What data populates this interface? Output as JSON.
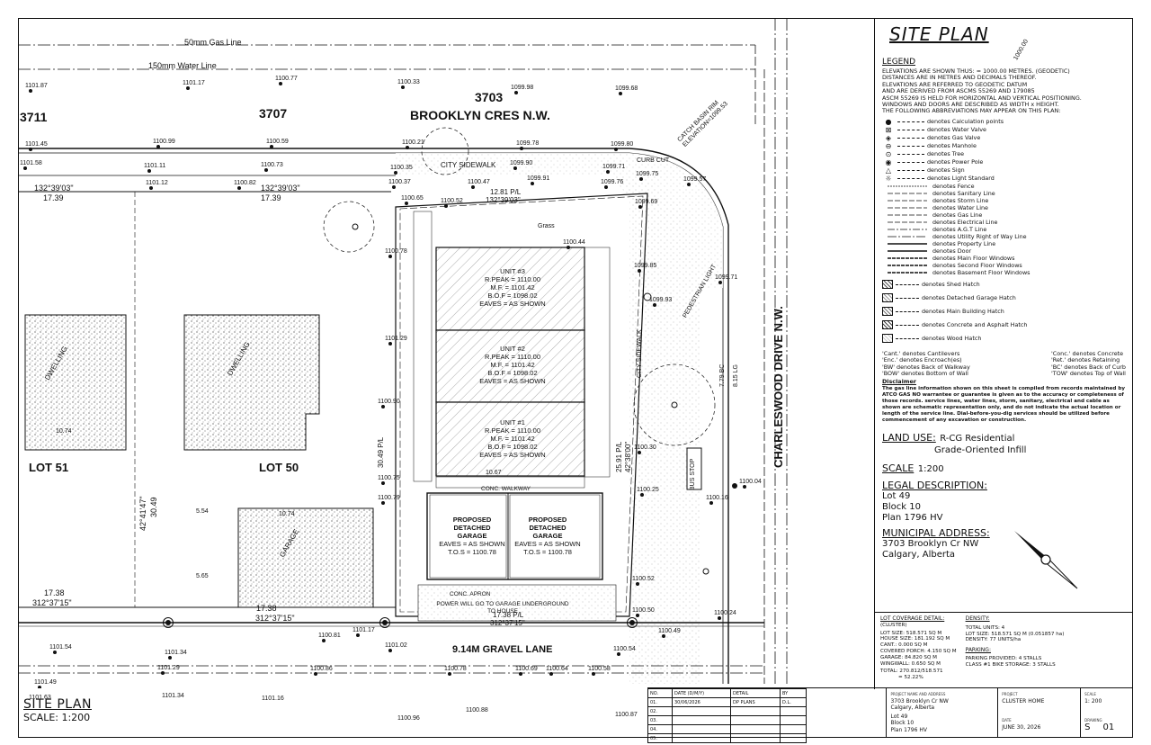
{
  "sheet_title": "SITE PLAN",
  "plan": {
    "gas_line": "50mm Gas Line",
    "water_line": "150mm Water Line",
    "street": "BROOKLYN CRES N.W.",
    "drive": "CHARLESWOOD DRIVE N.W.",
    "lane": "9.14M GRAVEL LANE",
    "city_sidewalk": "CITY SIDEWALK",
    "city_sidewalk_v": "CITY SIDEWALK",
    "curb_cut": "CURB CUT",
    "catch_basin": "CATCH BASIN RIM ELEVATION=1099.53",
    "bus_stop": "BUS STOP",
    "pedestrian_light": "PEDESTRIAN LIGHT",
    "power_note": "POWER WILL GO TO GARAGE UNDERGROUND TO HOUSE",
    "conc_walkway": "CONC. WALKWAY",
    "conc_apron": "CONC. APRON",
    "grass": "Grass",
    "addresses": {
      "a3711": "3711",
      "a3707": "3707",
      "a3703": "3703"
    },
    "lots": {
      "lot51": "LOT 51",
      "lot50": "LOT 50"
    },
    "dwelling_note": "DWELLING",
    "garage_note": "GARAGE",
    "plan_scale_title": "SITE PLAN",
    "plan_scale": "SCALE: 1:200",
    "units": [
      {
        "name": "UNIT #3",
        "r_peak": "R.PEAK = 1110.00",
        "mf": "M.F. = 1101.42",
        "bof": "B.O.F = 1098.02",
        "eaves": "EAVES = AS SHOWN"
      },
      {
        "name": "UNIT #2",
        "r_peak": "R.PEAK = 1110.00",
        "mf": "M.F. = 1101.42",
        "bof": "B.O.F = 1098.02",
        "eaves": "EAVES = AS SHOWN"
      },
      {
        "name": "UNIT #1",
        "r_peak": "R.PEAK = 1110.00",
        "mf": "M.F. = 1101.42",
        "bof": "B.O.F = 1098.02",
        "eaves": "EAVES = AS SHOWN"
      }
    ],
    "garages": [
      {
        "l1": "PROPOSED",
        "l2": "DETACHED",
        "l3": "GARAGE",
        "eaves": "EAVES = AS SHOWN",
        "tos": "T.O.S = 1100.78"
      },
      {
        "l1": "PROPOSED",
        "l2": "DETACHED",
        "l3": "GARAGE",
        "eaves": "EAVES = AS SHOWN",
        "tos": "T.O.S = 1100.78"
      }
    ],
    "dims": {
      "d_1281": "12.81 P/L",
      "d_bearing_top": "132°39'03\"",
      "d_1739a": "17.39",
      "d_bearing_a": "132°39'03\"",
      "d_1739b": "17.39",
      "d_bearing_b": "132°39'03\"",
      "d_3049": "30.49",
      "d_bearing_left": "42°41'47\"",
      "d_1738a": "17.38",
      "d_bearing_c": "312°37'15\"",
      "d_1738b": "17.38",
      "d_bearing_d": "312°37'15\"",
      "d_1738pl": "17.38 P/L",
      "d_bearing_e": "312°37'15\"",
      "d_3049pl": "30.49 P/L",
      "d_2591pl": "25.91 P/L",
      "d_bearing_right": "42°38'00\"",
      "d_1067": "10.67",
      "d_1074a": "10.74",
      "d_1074b": "10.74",
      "d_554": "5.54",
      "d_565": "5.65",
      "d_779": "7.79 BC",
      "d_815": "8.15 LG"
    },
    "elevations": [
      {
        "v": "1101.87"
      },
      {
        "v": "1101.17"
      },
      {
        "v": "1100.77"
      },
      {
        "v": "1100.33"
      },
      {
        "v": "1099.98"
      },
      {
        "v": "1099.68"
      },
      {
        "v": "1101.45"
      },
      {
        "v": "1100.99"
      },
      {
        "v": "1100.59"
      },
      {
        "v": "1100.21"
      },
      {
        "v": "1099.78"
      },
      {
        "v": "1099.80"
      },
      {
        "v": "1101.58"
      },
      {
        "v": "1101.11"
      },
      {
        "v": "1100.73"
      },
      {
        "v": "1100.35"
      },
      {
        "v": "1099.90"
      },
      {
        "v": "1099.71"
      },
      {
        "v": "1101.12"
      },
      {
        "v": "1100.82"
      },
      {
        "v": "1100.37"
      },
      {
        "v": "1100.47"
      },
      {
        "v": "1099.91"
      },
      {
        "v": "1099.76"
      },
      {
        "v": "1099.75"
      },
      {
        "v": "1099.57"
      },
      {
        "v": "1100.65"
      },
      {
        "v": "1100.52"
      },
      {
        "v": "1099.69"
      },
      {
        "v": "1099.71"
      },
      {
        "v": "1099.85"
      },
      {
        "v": "1099.93"
      },
      {
        "v": "1100.78"
      },
      {
        "v": "1101.29"
      },
      {
        "v": "1100.90"
      },
      {
        "v": "1100.75"
      },
      {
        "v": "1100.79"
      },
      {
        "v": "1100.30"
      },
      {
        "v": "1100.25"
      },
      {
        "v": "1100.16"
      },
      {
        "v": "1100.04"
      },
      {
        "v": "1100.52"
      },
      {
        "v": "1100.50"
      },
      {
        "v": "1100.24"
      },
      {
        "v": "1100.49"
      },
      {
        "v": "1101.17"
      },
      {
        "v": "1100.81"
      },
      {
        "v": "1101.54"
      },
      {
        "v": "1101.34"
      },
      {
        "v": "1101.29"
      },
      {
        "v": "1101.02"
      },
      {
        "v": "1100.86"
      },
      {
        "v": "1100.78"
      },
      {
        "v": "1100.69"
      },
      {
        "v": "1100.64"
      },
      {
        "v": "1100.58"
      },
      {
        "v": "1100.54"
      },
      {
        "v": "1101.49"
      },
      {
        "v": "1101.63"
      },
      {
        "v": "1101.34"
      },
      {
        "v": "1101.16"
      },
      {
        "v": "1100.96"
      },
      {
        "v": "1100.88"
      },
      {
        "v": "1100.87"
      },
      {
        "v": "1100.44"
      }
    ]
  },
  "legend": {
    "title": "LEGEND",
    "intro": [
      "ELEVATIONS ARE SHOWN THUS:  = 1000.00 METRES. (GEODETIC)",
      "DISTANCES ARE IN METRES AND DECIMALS THEREOF.",
      "ELEVATIONS ARE REFERRED TO GEODETIC DATUM",
      "AND ARE DERIVED FROM ASCMS 55269 AND 179085",
      "ASCM 55269 IS HELD FOR HORIZONTAL AND VERTICAL POSITIONING.",
      "WINDOWS AND DOORS ARE DESCRIBED AS WIDTH x HEIGHT.",
      "THE FOLLOWING ABBREVIATIONS MAY APPEAR ON THIS PLAN:"
    ],
    "sample_elev": "1000.00",
    "items": [
      {
        "sym": "●",
        "label": "denotes Calculation points"
      },
      {
        "sym": "⊠",
        "label": "denotes Water Valve"
      },
      {
        "sym": "◈",
        "label": "denotes Gas Valve"
      },
      {
        "sym": "⊖",
        "label": "denotes Manhole"
      },
      {
        "sym": "⊙",
        "label": "denotes Tree"
      },
      {
        "sym": "◉",
        "label": "denotes Power Pole"
      },
      {
        "sym": "△",
        "label": "denotes Sign"
      },
      {
        "sym": "☼",
        "label": "denotes Light Standard"
      }
    ],
    "line_items": [
      {
        "label": "denotes Fence"
      },
      {
        "label": "denotes Sanitary Line"
      },
      {
        "label": "denotes Storm Line"
      },
      {
        "label": "denotes Water Line"
      },
      {
        "label": "denotes Gas Line"
      },
      {
        "label": "denotes Electrical Line"
      },
      {
        "label": "denotes A.G.T Line"
      },
      {
        "label": "denotes Utility Right of Way Line"
      },
      {
        "label": "denotes Property Line"
      },
      {
        "label": "denotes Door"
      },
      {
        "label": "denotes Main Floor Windows"
      },
      {
        "label": "denotes Second Floor Windows"
      },
      {
        "label": "denotes Basement Floor Windows"
      }
    ],
    "hatch_items": [
      {
        "label": "denotes Shed Hatch"
      },
      {
        "label": "denotes Detached Garage Hatch"
      },
      {
        "label": "denotes Main Building Hatch"
      },
      {
        "label": "denotes Concrete and Asphalt Hatch"
      },
      {
        "label": "denotes Wood Hatch"
      }
    ],
    "abbr_left": [
      "'Cant.' denotes Cantilevers",
      "'Enc.' denotes Encroach(es)",
      "'BW' denotes Back of Walkway",
      "'BOW' denotes Bottom of Wall"
    ],
    "abbr_right": [
      "'Conc.' denotes Concrete",
      "'Ret.' denotes Retaining",
      "'BC' denotes Back of Curb",
      "'TOW' denotes Top of Wall"
    ],
    "disclaimer_title": "Disclaimer",
    "disclaimer": "The gas line information shown on this sheet is compiled from records maintained by ATCO GAS NO warrantee or guarantee is given as to the accuracy or completeness of those records. service lines, water lines, storm, sanitary, electrical and cable as shown are schematic representation only, and do not indicate the actual location or length of the service line. Dial-before-you-dig services should be utilized before commencement of any excavation or construction."
  },
  "land_use": {
    "title": "LAND USE:",
    "value1": "R-CG Residential",
    "value2": "Grade-Oriented Infill"
  },
  "scale": {
    "title": "SCALE",
    "value": "1:200"
  },
  "legal": {
    "title": "LEGAL DESCRIPTION:",
    "lot": "Lot 49",
    "block": "Block 10",
    "plan": "Plan 1796 HV"
  },
  "municipal": {
    "title": "MUNICIPAL ADDRESS:",
    "line1": "3703 Brooklyn Cr NW",
    "line2": "Calgary, Alberta"
  },
  "coverage": {
    "title": "LOT COVERAGE DETAIL:",
    "sub": "(CLUSTER)",
    "lines": [
      "LOT SIZE: 518.571 SQ M",
      "HOUSE SIZE: 181.192 SQ M",
      "CANT.: 0.000 SQ M",
      "COVERED PORCH: 4.150 SQ M",
      "GARAGE: 84.820 SQ M",
      "WINGWALL: 0.650 SQ M"
    ],
    "total": "TOTAL: 270.812/518.571",
    "total2": "= 52.22%"
  },
  "density": {
    "title": "DENSITY:",
    "lines": [
      "TOTAL UNITS: 4",
      "LOT SIZE: 518.571 SQ M (0.051857 ha)",
      "DENSITY: 77 UNITS/ha"
    ],
    "parking_title": "PARKING:",
    "parking": [
      "PARKING PROVIDED: 4 STALLS",
      "CLASS #1 BIKE STORAGE: 3 STALLS"
    ]
  },
  "revisions": {
    "headers": [
      "NO.",
      "DATE (D/M/Y)",
      "DETAIL",
      "BY"
    ],
    "rows": [
      {
        "no": "01.",
        "date": "30/06/2026",
        "detail": "DP PLANS",
        "by": "D.L."
      },
      {
        "no": "02.",
        "date": "",
        "detail": "",
        "by": ""
      },
      {
        "no": "03.",
        "date": "",
        "detail": "",
        "by": ""
      },
      {
        "no": "04.",
        "date": "",
        "detail": "",
        "by": ""
      },
      {
        "no": "05.",
        "date": "",
        "detail": "",
        "by": ""
      }
    ]
  },
  "title_block": {
    "project_label": "PROJECT NAME AND ADDRESS",
    "address1": "3703 Brooklyn Cr NW",
    "address2": "Calgary, Alberta",
    "lot": "Lot 49",
    "block": "Block 10",
    "plan": "Plan 1796 HV",
    "project_lbl": "PROJECT",
    "project": "CLUSTER HOME",
    "date_lbl": "DATE",
    "date": "JUNE 30, 2026",
    "scale_lbl": "SCALE",
    "scale": "1: 200",
    "drawing_lbl": "DRAWING",
    "drawing_a": "S",
    "drawing_b": "01"
  }
}
